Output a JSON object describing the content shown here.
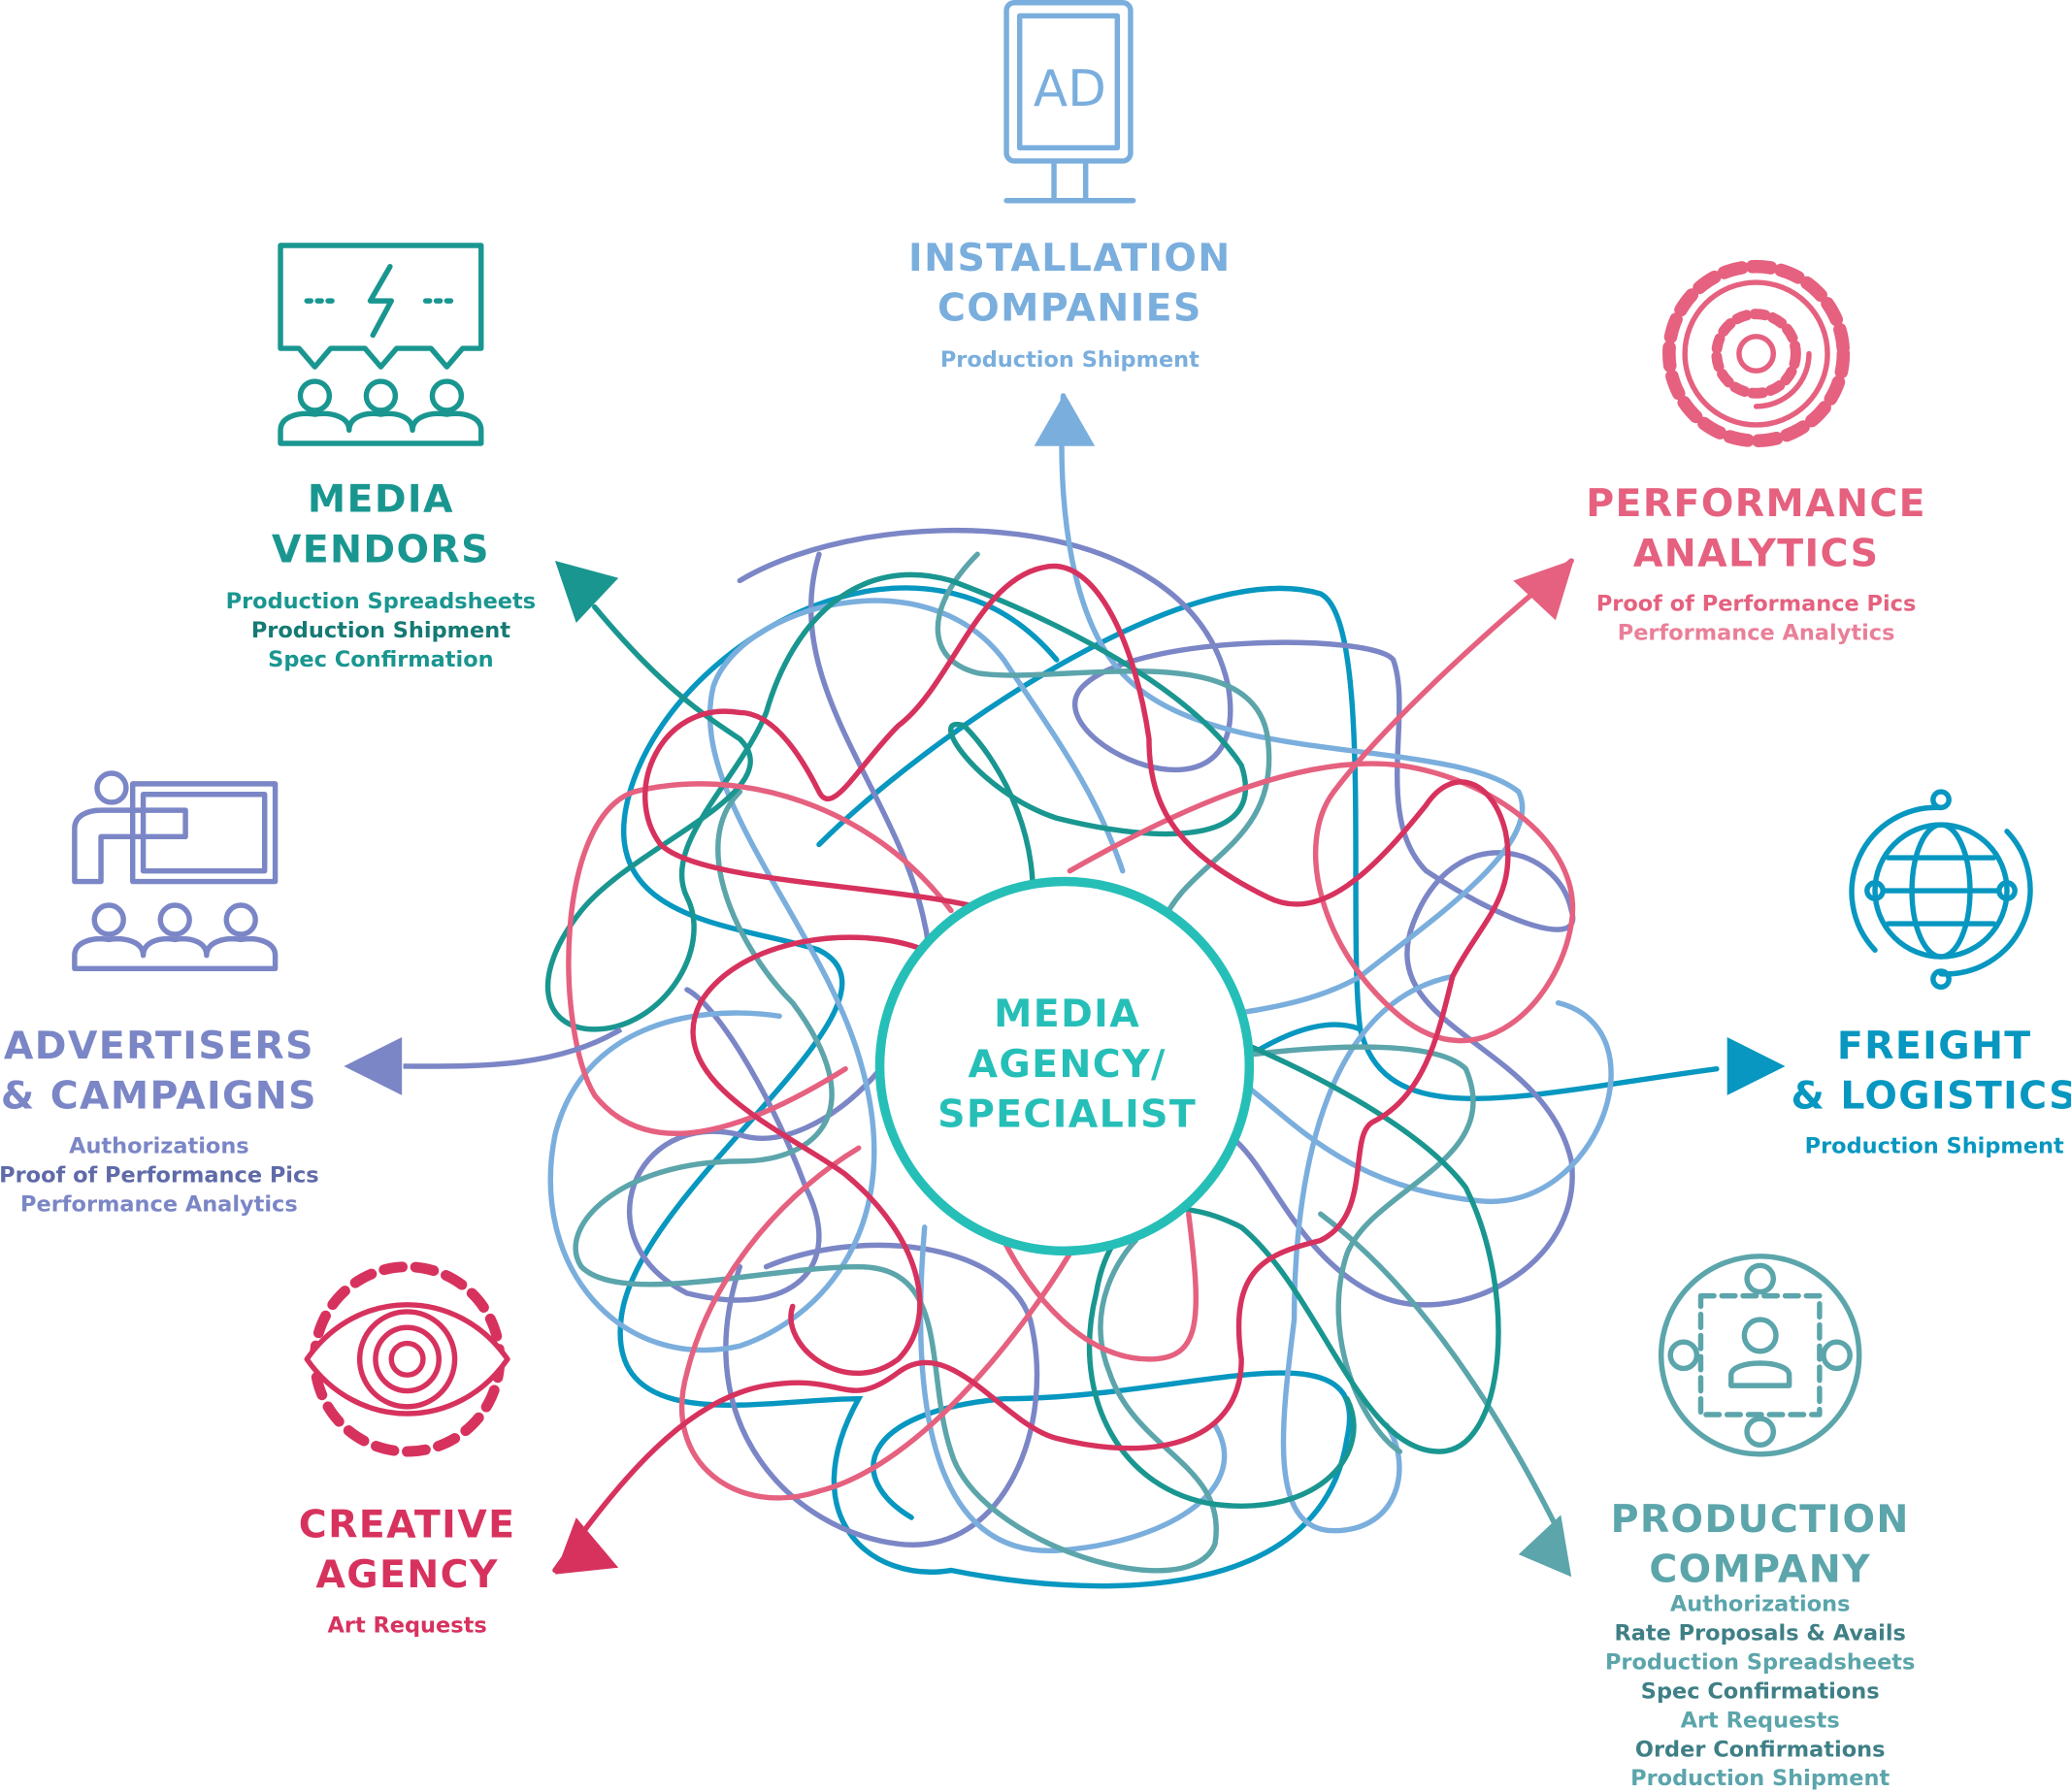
{
  "center": {
    "lines": [
      "MEDIA",
      "AGENCY/",
      "SPECIALIST"
    ],
    "color": "#26bfb8"
  },
  "nodes": {
    "installation": {
      "title": [
        "INSTALLATION",
        "COMPANIES"
      ],
      "items": [
        "Production Shipment"
      ],
      "icon": "billboard-ad-icon",
      "icon_text": "AD",
      "color": "#7aaedd"
    },
    "vendors": {
      "title": [
        "MEDIA",
        "VENDORS"
      ],
      "items": [
        "Production Spreadsheets",
        "Production Shipment",
        "Spec Confirmation"
      ],
      "icon": "meeting-presentation-icon",
      "color": "#1a9690",
      "dark": "#157a74"
    },
    "performance": {
      "title": [
        "PERFORMANCE",
        "ANALYTICS"
      ],
      "items": [
        "Proof of Performance Pics",
        "Performance Analytics"
      ],
      "icon": "gear-icon",
      "color": "#e5617f",
      "light": "#ea7f98"
    },
    "advertisers": {
      "title": [
        "ADVERTISERS",
        "& CAMPAIGNS"
      ],
      "items": [
        "Authorizations",
        "Proof of Performance Pics",
        "Performance Analytics"
      ],
      "icon": "presenter-board-icon",
      "color": "#7b86c6",
      "dark": "#5f6aa8"
    },
    "freight": {
      "title": [
        "FREIGHT",
        "& LOGISTICS"
      ],
      "items": [
        "Production Shipment"
      ],
      "icon": "globe-network-icon",
      "color": "#0797c0"
    },
    "creative": {
      "title": [
        "CREATIVE",
        "AGENCY"
      ],
      "items": [
        "Art Requests"
      ],
      "icon": "eye-gear-icon",
      "color": "#d7325e"
    },
    "production": {
      "title": [
        "PRODUCTION",
        "COMPANY"
      ],
      "items": [
        "Authorizations",
        "Rate Proposals & Avails",
        "Production Spreadsheets",
        "Spec Confirmations",
        "Art Requests",
        "Order Confirmations",
        "Production Shipment"
      ],
      "icon": "user-network-icon",
      "color": "#5ba5ab",
      "dark": "#3f7f86"
    }
  }
}
